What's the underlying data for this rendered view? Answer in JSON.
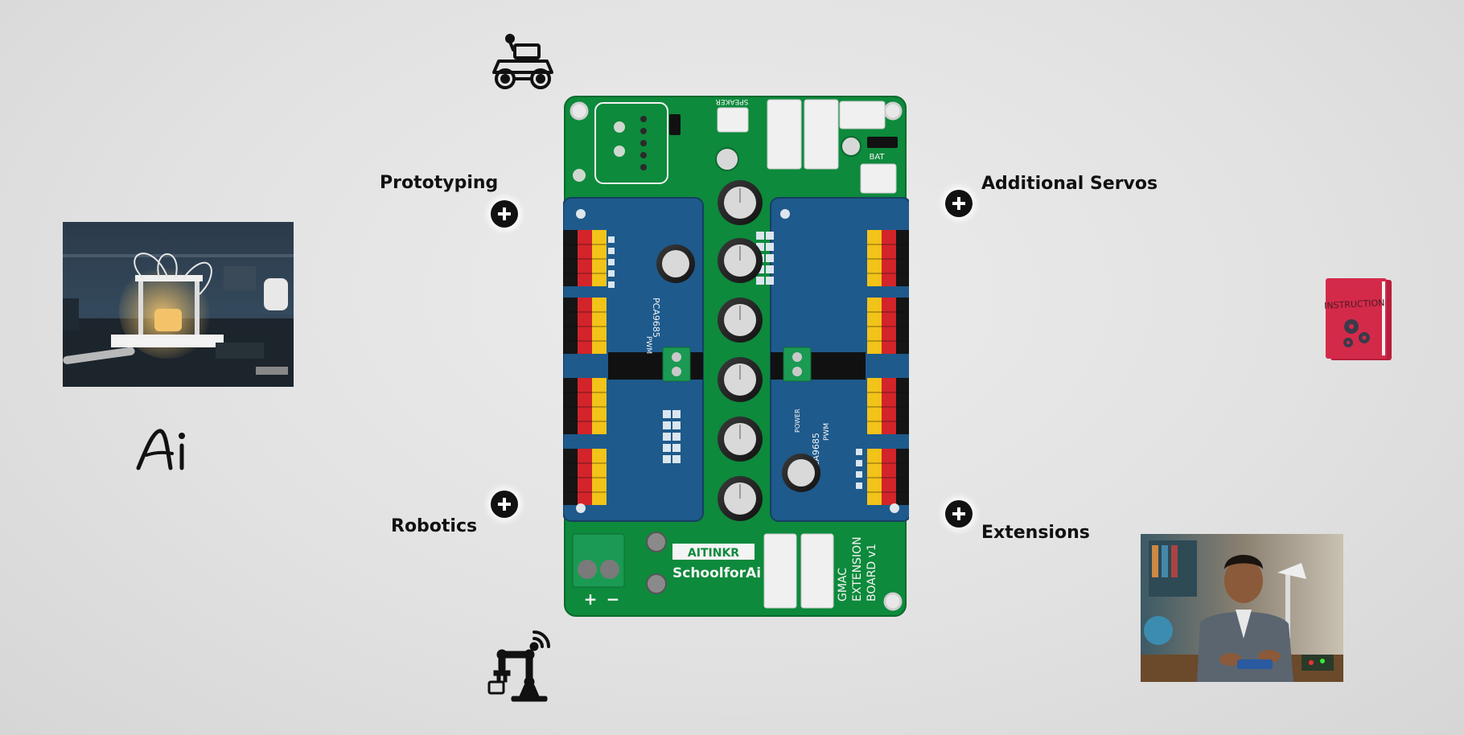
{
  "features": {
    "prototyping": "Prototyping",
    "robotics": "Robotics",
    "additional_servos": "Additional Servos",
    "extensions": "Extensions"
  },
  "board": {
    "brand": "AITINKR",
    "tagline": "SchoolforAi",
    "name_line1": "GMAC",
    "name_line2": "EXTENSION",
    "name_line3": "BOARD v1",
    "chip_label": "PCA9685",
    "speaker": "SPEAKER",
    "bat": "BAT",
    "pwm": "PWM",
    "power": "POWER",
    "terminal_plus": "+",
    "terminal_minus": "−"
  },
  "instruction_book": {
    "cover_text": "INSTRUCTION"
  },
  "logo": {
    "text": "Ai"
  },
  "colors": {
    "background": "#e4e4e4",
    "pcb_green": "#0d8a3c",
    "module_blue": "#1e5a8c",
    "book_red": "#d42a4a",
    "header_red": "#d3242a",
    "header_yellow": "#f2c318"
  },
  "icons": [
    "rover-robot-icon",
    "robotic-arm-icon",
    "ai-logo-icon",
    "instruction-book-icon",
    "plus-icon"
  ]
}
